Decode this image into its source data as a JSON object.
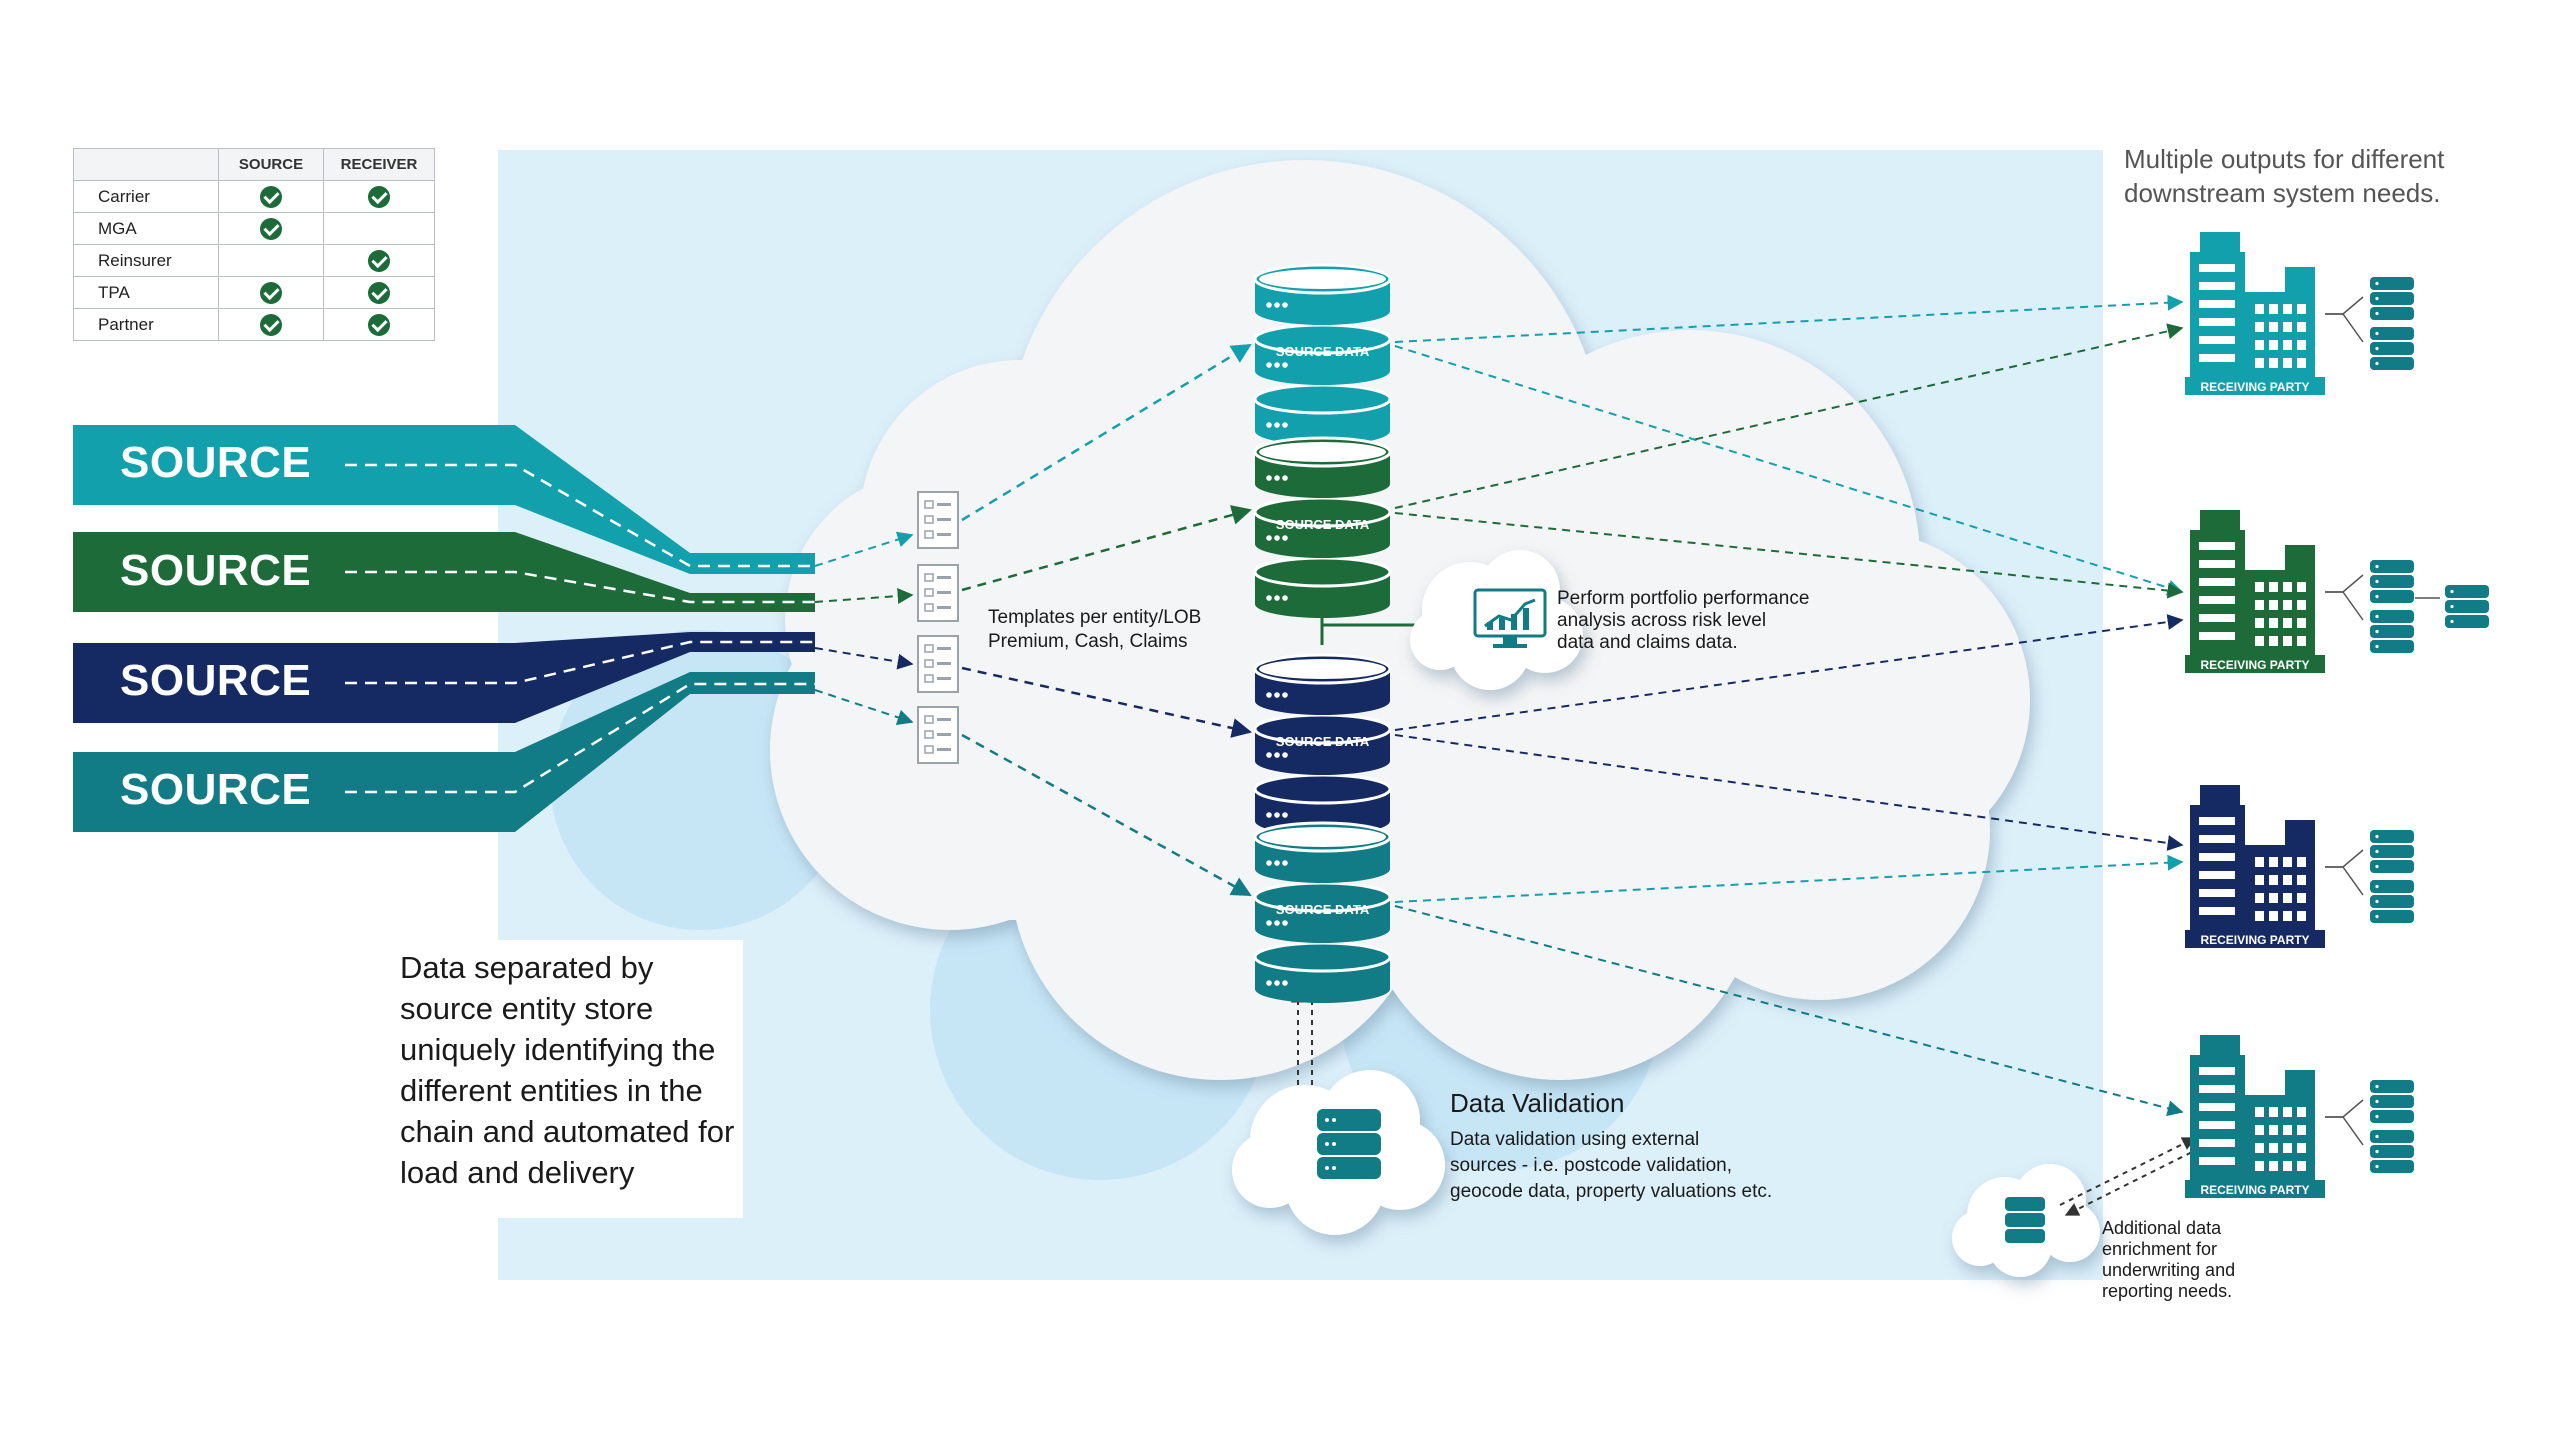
{
  "role_table": {
    "headers": [
      "",
      "SOURCE",
      "RECEIVER"
    ],
    "rows": [
      {
        "entity": "Carrier",
        "source": true,
        "receiver": true
      },
      {
        "entity": "MGA",
        "source": true,
        "receiver": false
      },
      {
        "entity": "Reinsurer",
        "source": false,
        "receiver": true
      },
      {
        "entity": "TPA",
        "source": true,
        "receiver": true
      },
      {
        "entity": "Partner",
        "source": true,
        "receiver": true
      }
    ]
  },
  "sources": [
    {
      "label": "SOURCE",
      "color": "#12a0ad"
    },
    {
      "label": "SOURCE",
      "color": "#1e6b3a"
    },
    {
      "label": "SOURCE",
      "color": "#152a63"
    },
    {
      "label": "SOURCE",
      "color": "#117c86"
    }
  ],
  "templates_label": {
    "line1": "Templates per entity/LOB",
    "line2": "Premium, Cash, Claims"
  },
  "databases": [
    {
      "label": "SOURCE DATA",
      "color": "#12a0ad"
    },
    {
      "label": "SOURCE DATA",
      "color": "#1e6b3a"
    },
    {
      "label": "SOURCE DATA",
      "color": "#152a63"
    },
    {
      "label": "SOURCE DATA",
      "color": "#117c86"
    }
  ],
  "portfolio_note": {
    "line1": "Perform portfolio performance",
    "line2": "analysis across risk level",
    "line3": "data and claims data."
  },
  "data_validation": {
    "title": "Data Validation",
    "line1": "Data validation using external",
    "line2": "sources - i.e. postcode validation,",
    "line3": "geocode data, property valuations etc."
  },
  "left_description": {
    "lines": [
      "Data separated by",
      "source entity store",
      "uniquely identifying the",
      "different entities in the",
      "chain and automated for",
      "load and delivery"
    ]
  },
  "outputs_note": {
    "line1": "Multiple outputs for different",
    "line2": "downstream system needs."
  },
  "receivers": [
    {
      "label": "RECEIVING PARTY",
      "color": "#12a0ad"
    },
    {
      "label": "RECEIVING PARTY",
      "color": "#1e6b3a"
    },
    {
      "label": "RECEIVING PARTY",
      "color": "#152a63"
    },
    {
      "label": "RECEIVING PARTY",
      "color": "#117c86"
    }
  ],
  "enrichment_note": {
    "lines": [
      "Additional data",
      "enrichment for",
      "underwriting and",
      "reporting needs."
    ]
  },
  "colors": {
    "panel": "#dcf0fa",
    "cloud": "#f4f5f6",
    "teal": "#12a0ad",
    "green": "#1e6b3a",
    "navy": "#152a63",
    "dark_teal": "#117c86"
  }
}
